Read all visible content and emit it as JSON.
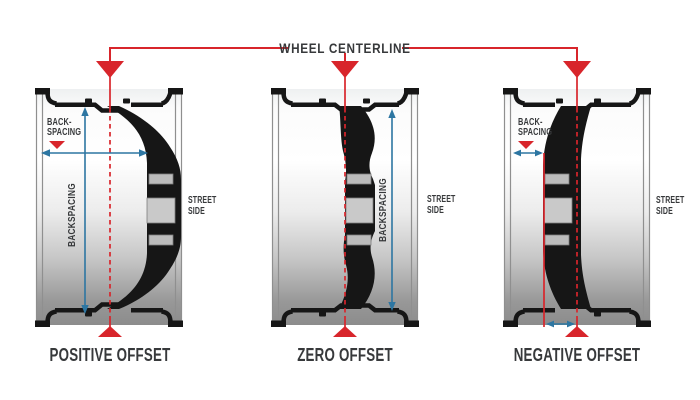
{
  "title": "WHEEL CENTERLINE",
  "colors": {
    "red": "#d8252b",
    "blue": "#2d76a2",
    "ink": "#37393b"
  },
  "wheels": [
    {
      "id": "positive-offset",
      "label": "POSITIVE OFFSET",
      "backspacing_note_line1": "BACK-",
      "backspacing_note_line2": "SPACING",
      "backspacing_dim_label": "BACKSPACING",
      "street_line1": "STREET",
      "street_line2": "SIDE"
    },
    {
      "id": "zero-offset",
      "label": "ZERO OFFSET",
      "backspacing_dim_label": "BACKSPACING",
      "street_line1": "STREET",
      "street_line2": "SIDE"
    },
    {
      "id": "negative-offset",
      "label": "NEGATIVE OFFSET",
      "backspacing_note_line1": "BACK-",
      "backspacing_note_line2": "SPACING",
      "street_line1": "STREET",
      "street_line2": "SIDE"
    }
  ]
}
